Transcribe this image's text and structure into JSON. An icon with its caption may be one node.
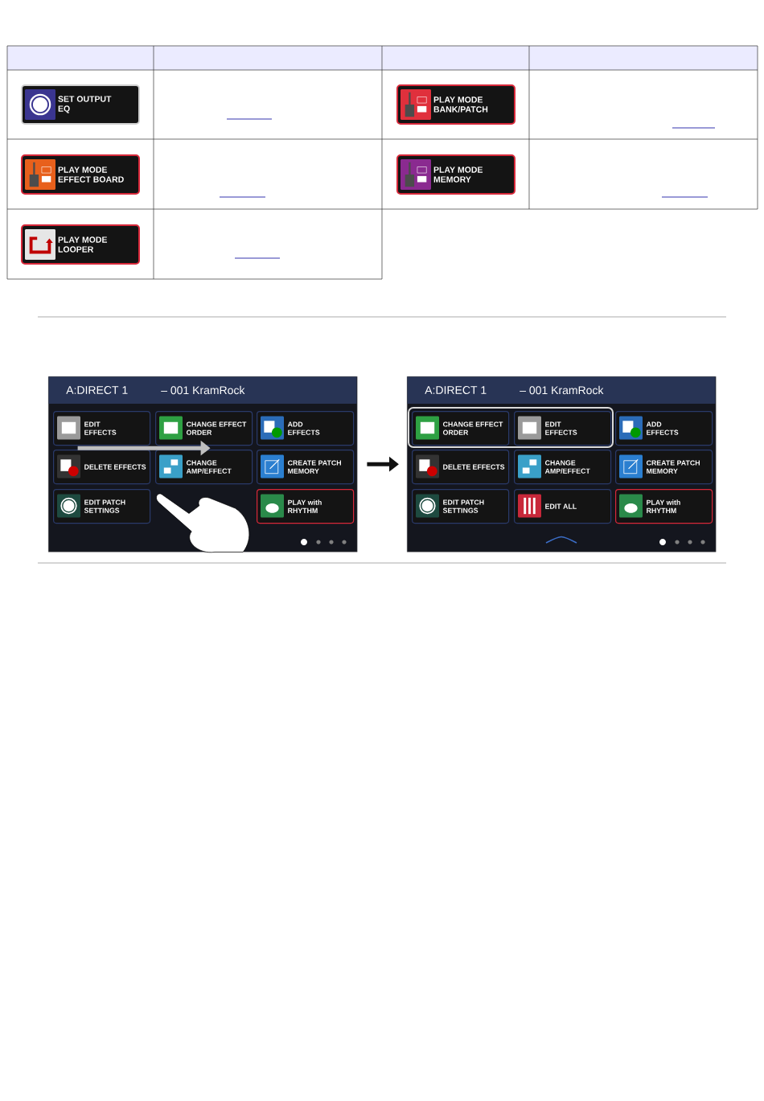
{
  "diagram": {
    "nodes": [
      {
        "text": [
          "SET OUTPUT EQ"
        ]
      },
      {
        "text": [
          "PLAY MODE BANK/PATCH"
        ]
      },
      {
        "text": [
          "PLAY MODE EFFECT BOARD"
        ]
      },
      {
        "text": [
          "PLAY MODE MEMORY"
        ]
      },
      {
        "text": [
          "PLAY MODE LOOPER"
        ]
      },
      {
        "text": [
          "A:DIRECT 1",
          "– 001 KramRock"
        ]
      },
      {
        "text": [
          "EDIT EFFECTS"
        ],
        "in": 5
      },
      {
        "text": [
          "CHANGE EFFECT ORDER"
        ],
        "in": 5
      },
      {
        "text": [
          "ADD EFFECTS"
        ],
        "in": 5
      },
      {
        "text": [
          "DELETE EFFECTS"
        ],
        "in": 5
      },
      {
        "text": [
          "CHANGE AMP/EFFECT"
        ],
        "in": 5
      },
      {
        "text": [
          "CREATE PATCH MEMORY"
        ],
        "in": 5
      },
      {
        "text": [
          "EDIT PATCH SETTINGS"
        ],
        "in": 5
      },
      {
        "text": [
          "PLAY with RHYTHM"
        ],
        "in": 5
      },
      {
        "text": [
          "A:DIRECT 1",
          "– 001 KramRock"
        ]
      },
      {
        "text": [
          "CHANGE EFFECT ORDER"
        ],
        "in": 14
      },
      {
        "text": [
          "EDIT EFFECTS"
        ],
        "in": 14
      },
      {
        "text": [
          "ADD EFFECTS"
        ],
        "in": 14
      },
      {
        "text": [
          "DELETE EFFECTS"
        ],
        "in": 14
      },
      {
        "text": [
          "CHANGE AMP/EFFECT"
        ],
        "in": 14
      },
      {
        "text": [
          "CREATE PATCH MEMORY"
        ],
        "in": 14
      },
      {
        "text": [
          "EDIT PATCH SETTINGS"
        ],
        "in": 14
      },
      {
        "text": [
          "EDIT ALL"
        ],
        "in": 14
      },
      {
        "text": [
          "PLAY with RHYTHM"
        ],
        "in": 14
      }
    ],
    "edges": [
      {
        "from": 5,
        "to": 14,
        "arrow": "to"
      },
      {
        "from": 6,
        "to": 7,
        "arrow": "to",
        "color": "#bfbfbf"
      }
    ]
  }
}
